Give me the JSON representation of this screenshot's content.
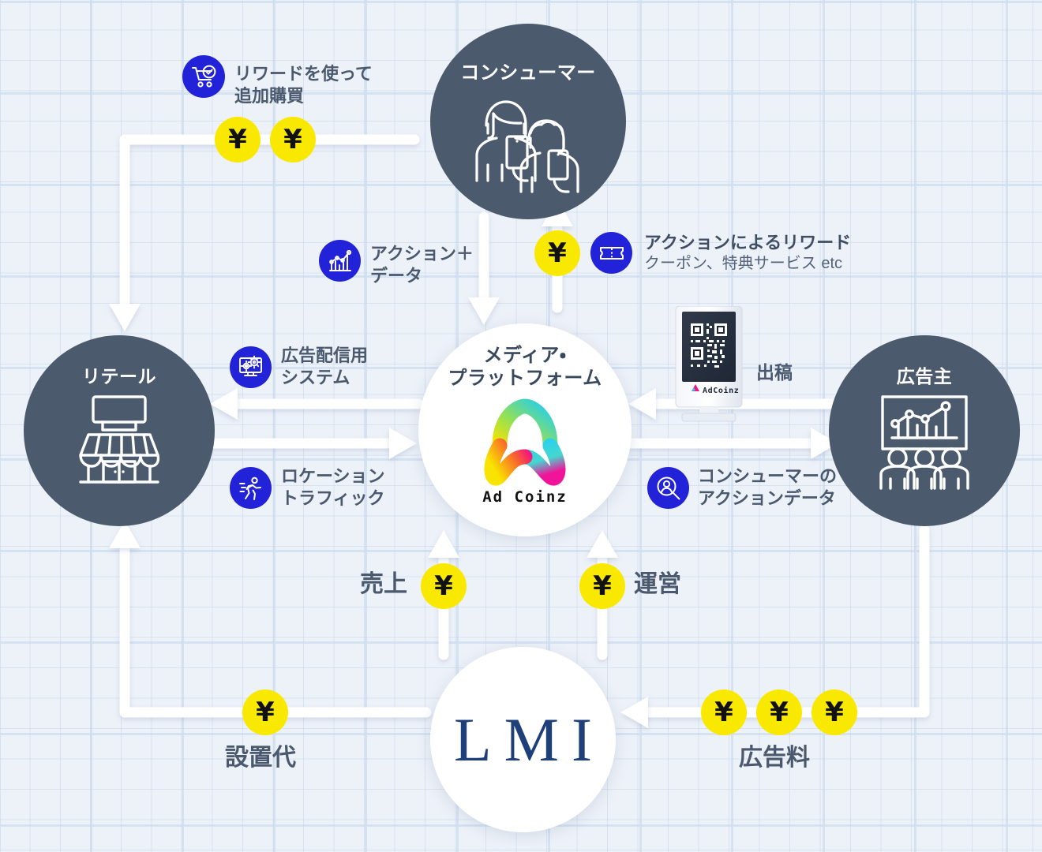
{
  "diagram": {
    "title": "AdCoinz ecosystem flow",
    "colors": {
      "background": "#edf1f8",
      "grid_line": "#c4d6ec",
      "node_dark": "#4c5a6d",
      "node_white": "#ffffff",
      "coin_yellow": "#f9e900",
      "badge_blue": "#2222d8",
      "arrow_white": "#ffffff",
      "text_dark": "#4a596d",
      "lmi_navy": "#1f3f7a"
    }
  },
  "nodes": {
    "consumer": {
      "label": "コンシューマー",
      "icon": "two-people-with-smartphones-icon"
    },
    "retail": {
      "label": "リテール",
      "icon": "storefront-icon"
    },
    "media_platform": {
      "label_line1": "メディア・",
      "label_line2": "プラットフォーム",
      "brand": "Ad Coinz",
      "icon": "adcoinz-triskelion-logo"
    },
    "advertiser": {
      "label": "広告主",
      "icon": "presentation-chart-with-people-icon"
    },
    "lmi": {
      "label": "LMI"
    }
  },
  "kiosk": {
    "brand": "AdCoinz",
    "screen_icon": "qr-code-icon",
    "label": "出稿"
  },
  "flows": [
    {
      "id": "reward-repurchase",
      "title": "リワードを使って\n追加購買",
      "icon": "shopping-cart-check-icon",
      "coins": 2
    },
    {
      "id": "action-data",
      "title": "アクション＋\nデータ",
      "icon": "bar-chart-trend-icon",
      "coins": 0
    },
    {
      "id": "action-reward",
      "title": "アクションによるリワード",
      "subtitle": "クーポン、特典サービス etc",
      "icon": "coupon-ticket-icon",
      "coins": 1
    },
    {
      "id": "ad-delivery-system",
      "title": "広告配信用\nシステム",
      "icon": "monitor-gears-icon",
      "coins": 0
    },
    {
      "id": "location-traffic",
      "title": "ロケーション\nトラフィック",
      "icon": "running-person-icon",
      "coins": 0
    },
    {
      "id": "consumer-action-data",
      "title": "コンシューマーの\nアクションデータ",
      "icon": "person-magnifier-icon",
      "coins": 0
    },
    {
      "id": "sales",
      "title": "売上",
      "coins": 1
    },
    {
      "id": "operations",
      "title": "運営",
      "coins": 1
    },
    {
      "id": "installation-fee",
      "title": "設置代",
      "coins": 1
    },
    {
      "id": "advertising-fee",
      "title": "広告料",
      "coins": 3
    }
  ],
  "coin_symbol": "¥"
}
